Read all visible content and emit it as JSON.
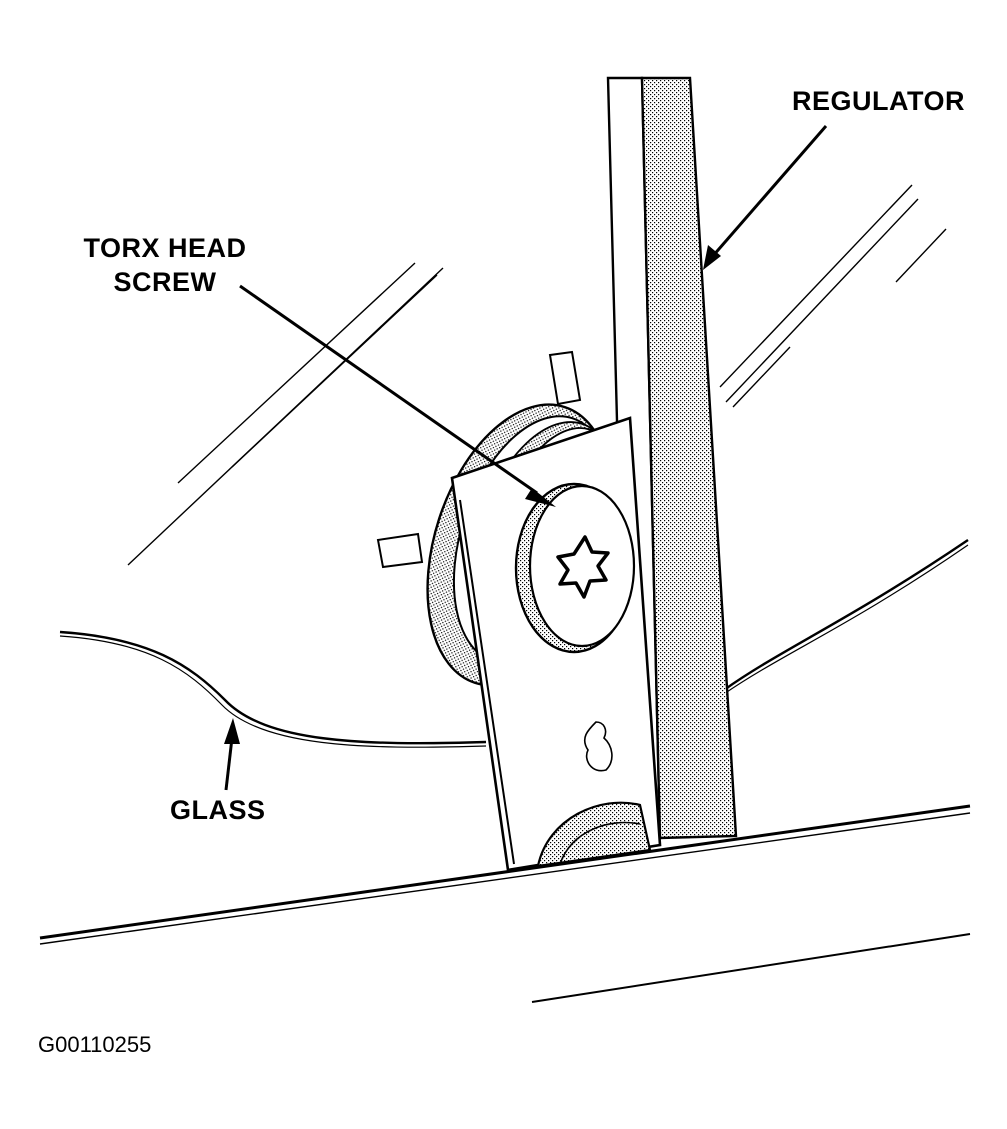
{
  "labels": {
    "regulator": "REGULATOR",
    "torx_line1": "TORX HEAD",
    "torx_line2": "SCREW",
    "glass": "GLASS"
  },
  "figure_id": "G00110255",
  "colors": {
    "ink": "#000000",
    "paper": "#ffffff",
    "stipple": "#9a9a9a"
  }
}
